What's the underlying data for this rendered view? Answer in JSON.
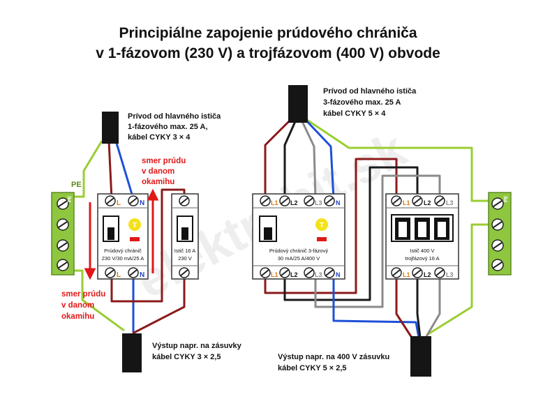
{
  "title": {
    "line1": "Principiálne zapojenie prúdového chrániča",
    "line2": "v 1-fázovom (230 V) a trojfázovom (400 V) obvode"
  },
  "watermark": "elektrobit.sk",
  "left": {
    "supply_label": [
      "Prívod od hlavného ističa",
      "1-fázového max. 25 A,",
      "kábel CYKY 3 × 4"
    ],
    "output_label": [
      "Výstup napr. na zásuvky",
      "kábel CYKY 3 × 2,5"
    ],
    "flow_label_top": [
      "smer prúdu",
      "v danom",
      "okamihu"
    ],
    "flow_label_bottom": [
      "smer prúdu",
      "v danom",
      "okamihu"
    ],
    "pe_label": "PE",
    "pe_block_label": "PE",
    "rcd": {
      "terminal_top": [
        "L",
        "N"
      ],
      "terminal_bottom": [
        "L",
        "N"
      ],
      "test_button": "T",
      "caption": [
        "Prúdový chránič",
        "230 V/30 mA/25 A"
      ]
    },
    "breaker": {
      "caption": [
        "Istič 16 A",
        "230 V"
      ]
    }
  },
  "right": {
    "supply_label": [
      "Prívod od hlavného ističa",
      "3-fázového max. 25 A",
      "kábel CYKY 5 × 4"
    ],
    "output_label": [
      "Výstup napr. na 400 V zásuvku",
      "kábel CYKY 5 × 2,5"
    ],
    "pe_block_label": "PE",
    "rcd": {
      "terminal_top": [
        "L1",
        "L2",
        "L3",
        "N"
      ],
      "terminal_bottom": [
        "L1",
        "L2",
        "L3",
        "N"
      ],
      "test_button": "T",
      "caption": [
        "Prúdový chránič 3-fázový",
        "30 mA/25 A/400 V"
      ]
    },
    "breaker": {
      "terminal_top": [
        "L1",
        "L2",
        "L3"
      ],
      "terminal_bottom": [
        "L1",
        "L2",
        "L3"
      ],
      "caption": [
        "Istič 400 V",
        "trojfázový 16 A"
      ]
    }
  },
  "colors": {
    "phase": "#8b1a1a",
    "neutral": "#1e4fd8",
    "pe": "#9acd32",
    "black_phase": "#1a1a1a",
    "grey_phase": "#8a8a8a",
    "flow_text": "#e01818",
    "orange_label": "#e07a10",
    "blue_label": "#1e40c8",
    "test_button": "#f3e21a",
    "terminal_block": "#8fc63f"
  }
}
